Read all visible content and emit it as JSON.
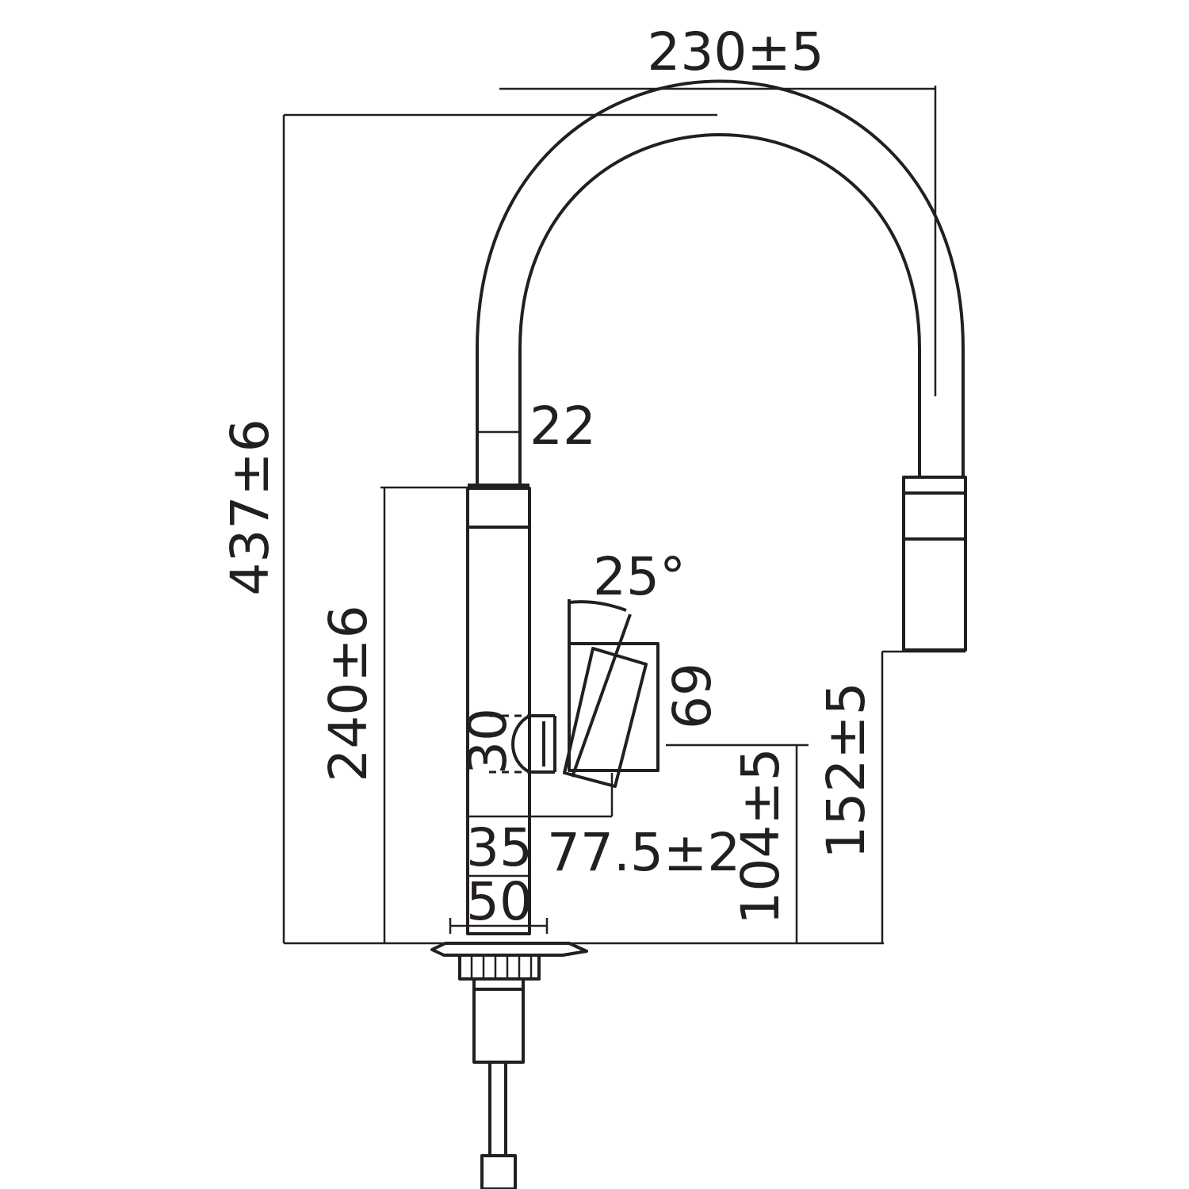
{
  "dimensions": {
    "overall_width": "230±5",
    "overall_height": "437±6",
    "spout_diameter": "22",
    "body_height": "240±6",
    "handle_angle": "25°",
    "handle_height": "69",
    "handle_knob": "30",
    "base_upper_width": "35",
    "handle_reach": "77.5±2",
    "base_width": "50",
    "handle_axis_height": "104±5",
    "spout_outlet_height": "152±5"
  },
  "colors": {
    "line": "#231f20",
    "background": "#ffffff"
  }
}
